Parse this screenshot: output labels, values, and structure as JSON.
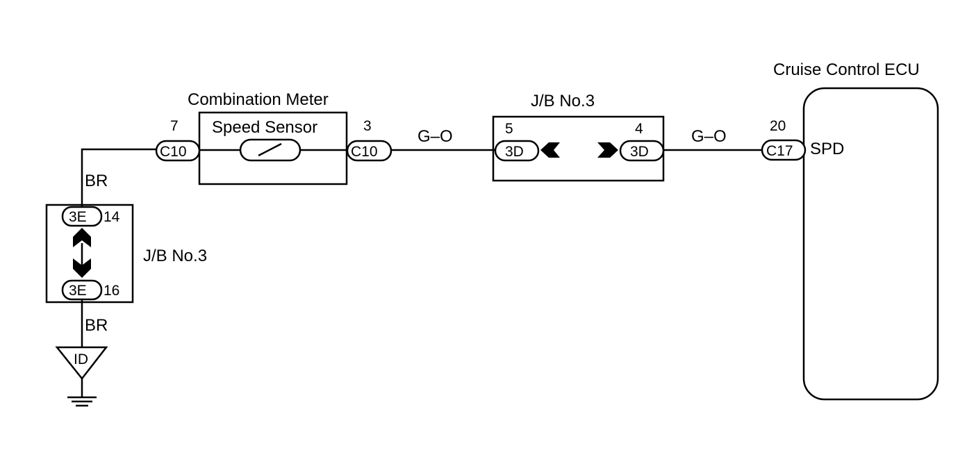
{
  "ecu": {
    "title": "Cruise Control ECU",
    "pin": "20",
    "connector": "C17",
    "terminal": "SPD"
  },
  "meter": {
    "title": "Combination Meter",
    "sensor": "Speed Sensor",
    "pin_in": "7",
    "connector_in": "C10",
    "pin_out": "3",
    "connector_out": "C10"
  },
  "jb_top": {
    "title": "J/B No.3",
    "pin_left": "5",
    "connector_left": "3D",
    "pin_right": "4",
    "connector_right": "3D"
  },
  "jb_left": {
    "title": "J/B No.3",
    "pin_top": "14",
    "connector_top": "3E",
    "pin_bottom": "16",
    "connector_bottom": "3E"
  },
  "wires": {
    "go_1": "G–O",
    "go_2": "G–O",
    "br_1": "BR",
    "br_2": "BR"
  },
  "ground": {
    "label": "ID"
  }
}
